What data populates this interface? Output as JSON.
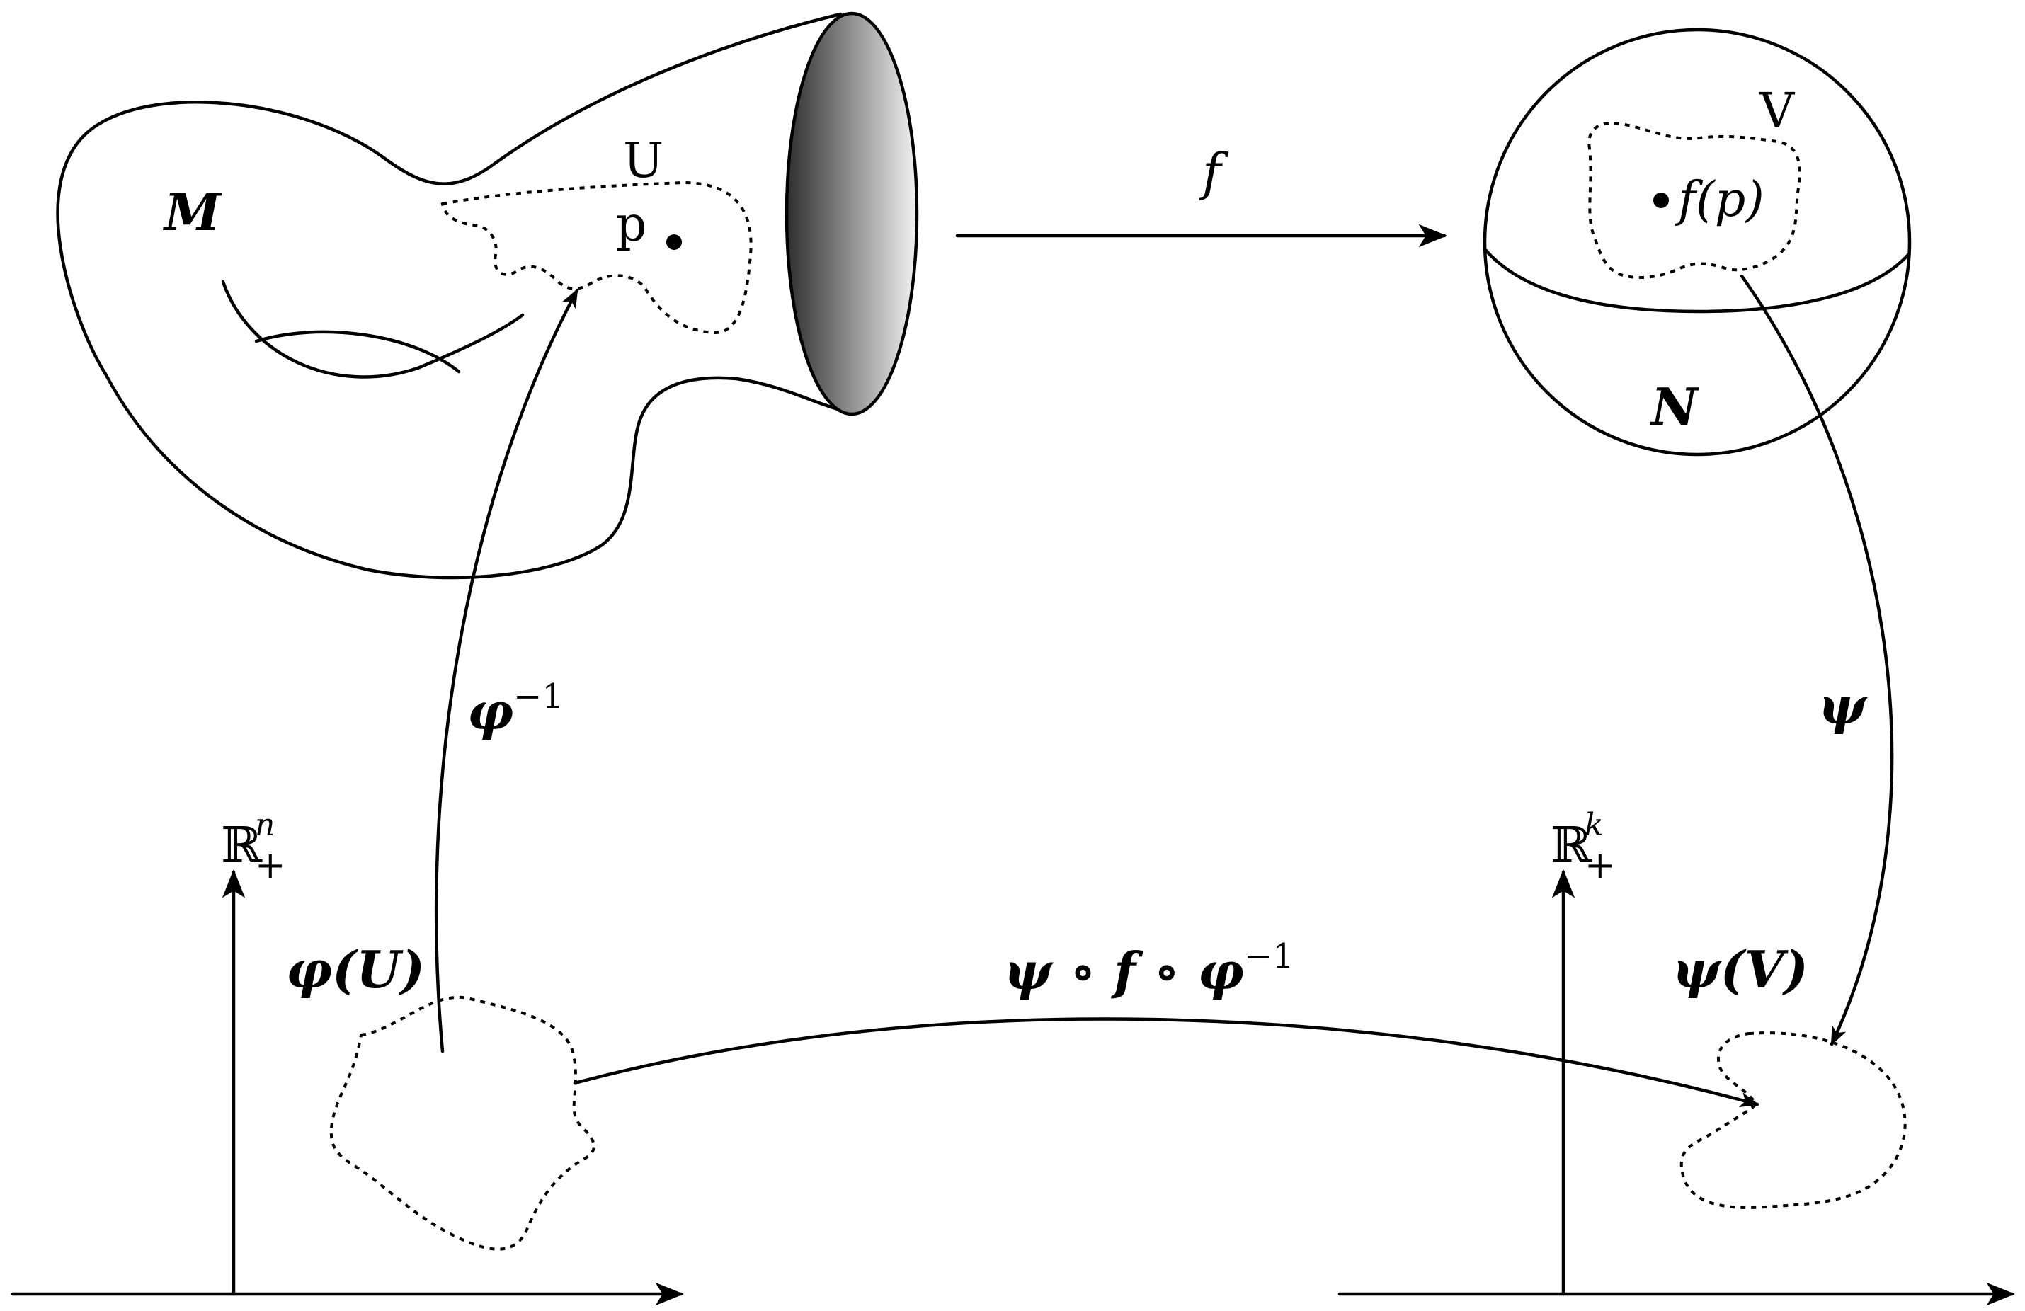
{
  "manifold_labels": {
    "M": "M",
    "U": "U",
    "p": "p",
    "V": "V",
    "N": "N",
    "fp": "f(p)"
  },
  "map_labels": {
    "f": "f",
    "phi_inv_base": "φ",
    "phi_inv_exp": "−1",
    "psi": "ψ",
    "composite_base": "ψ ∘ f ∘ φ",
    "composite_exp": "−1"
  },
  "chart_spaces": {
    "left": {
      "base": "ℝ",
      "sup": "n",
      "sub": "+"
    },
    "right": {
      "base": "ℝ",
      "sup": "k",
      "sub": "+"
    }
  },
  "image_labels": {
    "phi_U": "φ(U)",
    "psi_V": "ψ(V)"
  },
  "colors": {
    "ink": "#000000",
    "shade_dark": "#2e2e2e",
    "shade_light": "#f2f2f2"
  }
}
